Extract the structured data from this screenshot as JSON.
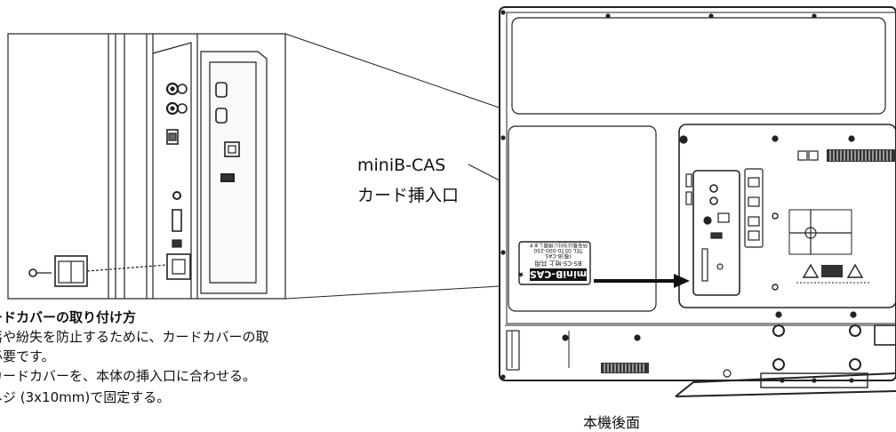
{
  "callout": {
    "line1": "miniB-CAS",
    "line2": "カード挿入口"
  },
  "back_label": "本機後面",
  "card_label": {
    "title": "miniB-CAS",
    "sub": "BS·CS·地上 共用",
    "company": "(株)B-CAS",
    "tel": "TEL 0570-000-250",
    "note": "所有権は当社に帰属します"
  },
  "caption": {
    "title": "ードカバーの取り付け方",
    "line1": "落や紛失を防止するために、カードカバーの取",
    "line2": "必要です。",
    "line3": "カードカバーを、本体の挿入口に合わせる。",
    "line4": "ネジ (3x10mm)で固定する。"
  }
}
